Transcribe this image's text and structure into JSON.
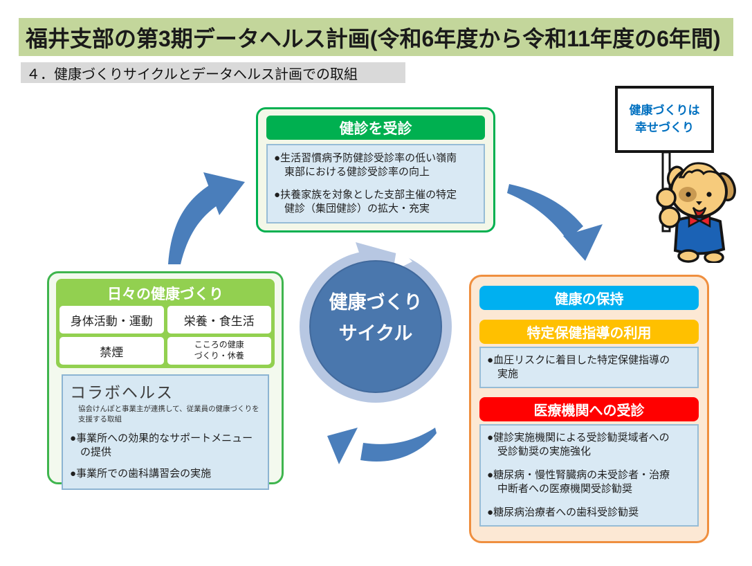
{
  "ui": {
    "bullet": "●"
  },
  "colors": {
    "title_bar_bg": "#c3d69b",
    "section_bar_bg": "#d9d9d9",
    "green": "#00b050",
    "leaf_green": "#92d050",
    "daily_border_green": "#3fb54e",
    "panel_blue_bg": "#d9e9f4",
    "panel_blue_border": "#96bcd6",
    "cycle_ring": "#b7c7e2",
    "cycle_fill": "#4a77ad",
    "arrow_blue": "#4a7ebb",
    "keep_border_orange": "#ef8f3f",
    "keep_bg_peach": "#fce8d4",
    "header_blue": "#00b0f0",
    "header_amber": "#ffc000",
    "header_red": "#ff0000",
    "sign_text_blue": "#0070c0"
  },
  "header": {
    "title": "福井支部の第3期データヘルス計画(令和6年度から令和11年度の6年間)",
    "section": "４．健康づくりサイクルとデータヘルス計画での取組"
  },
  "checkup_box": {
    "header": "健診を受診",
    "bullets": [
      "生活習慣病予防健診受診率の低い嶺南\n東部における健診受診率の向上",
      "扶養家族を対象とした支部主催の特定\n健診（集団健診）の拡大・充実"
    ]
  },
  "sign": {
    "text": "健康づくりは\n幸せづくり"
  },
  "cycle": {
    "line1": "健康づくり",
    "line2": "サイクル"
  },
  "daily_box": {
    "header": "日々の健康づくり",
    "cells": [
      "身体活動・運動",
      "栄養・食生活",
      "禁煙",
      "こころの健康\nづくり・休養"
    ],
    "collabo_title": "コラボヘルス",
    "collabo_note": "協会けんぽと事業主が連携して、従業員の健康づくりを支援する取組",
    "bullets": [
      "事業所への効果的なサポートメニュー\nの提供",
      "事業所での歯科講習会の実施"
    ]
  },
  "keep_box": {
    "header": "健康の保持",
    "guidance_header": "特定保健指導の利用",
    "guidance_bullets": [
      "血圧リスクに着目した特定保健指導の\n実施"
    ],
    "medical_header": "医療機関への受診",
    "medical_bullets": [
      "健診実施機関による受診勧奨域者への\n受診勧奨の実施強化",
      "糖尿病・慢性腎臓病の未受診者・治療\n中断者への医療機関受診勧奨",
      "糖尿病治療者への歯科受診勧奨"
    ]
  }
}
